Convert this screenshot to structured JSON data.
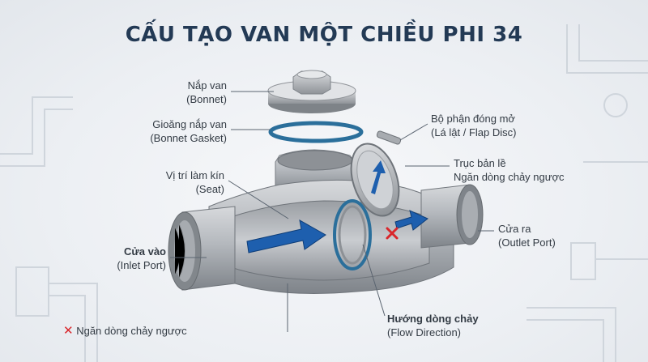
{
  "title": "CẤU TẠO VAN MỘT CHIỀU PHI 34",
  "colors": {
    "title": "#233a55",
    "metal": "#b9bcc0",
    "metal_dark": "#8d9196",
    "gasket": "#2b6f9b",
    "arrow": "#1e5fae",
    "cross": "#d9262b"
  },
  "labels": {
    "bonnet": {
      "vi": "Nắp van",
      "en": "(Bonnet)"
    },
    "gasket": {
      "vi": "Gioăng nắp van",
      "en": "(Bonnet Gasket)"
    },
    "seat": {
      "vi": "Vị trí làm kín",
      "en": "(Seat)"
    },
    "inlet": {
      "vi": "Cửa vào",
      "en": "(Inlet Port)"
    },
    "backflow_block": {
      "icon": "cross-icon",
      "text": "Ngăn dòng chảy ngược"
    },
    "disc": {
      "vi": "Bộ phận đóng mở",
      "en": "(Lá lật / Flap Disc)"
    },
    "hinge": {
      "vi": "Trục bản lề",
      "en": "Ngăn dòng chảy ngược"
    },
    "outlet": {
      "vi": "Cửa ra",
      "en": "(Outlet Port)"
    },
    "flow": {
      "vi": "Hướng dòng chảy",
      "en": "(Flow Direction)"
    }
  }
}
